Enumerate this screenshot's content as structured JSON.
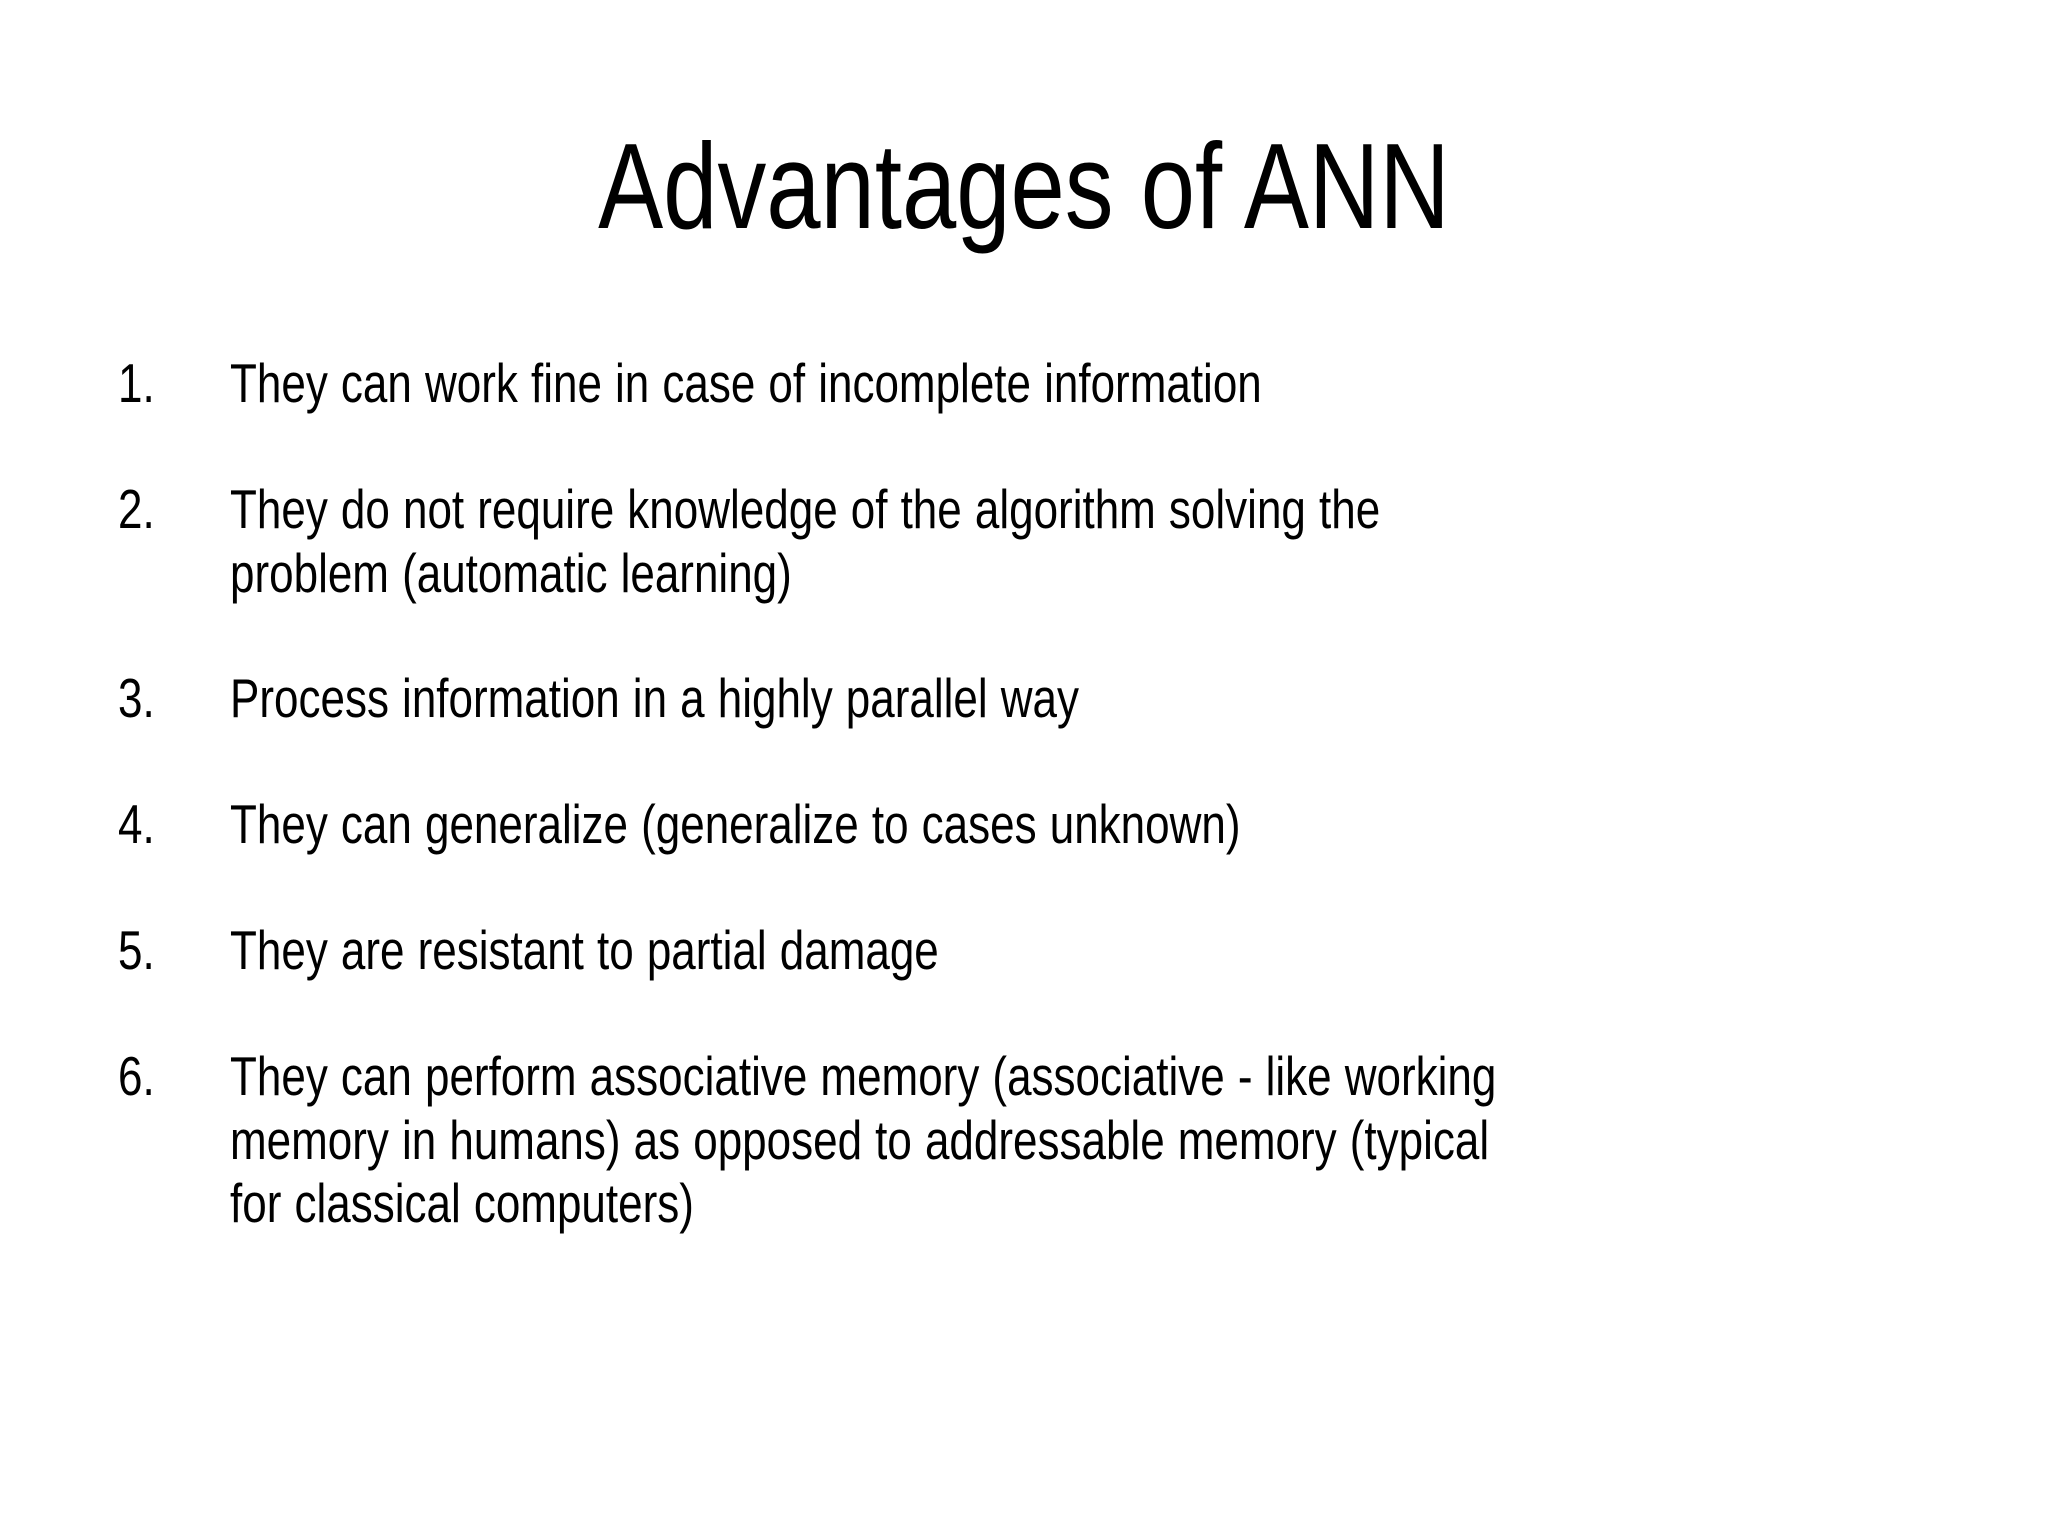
{
  "slide": {
    "title": "Advantages of ANN",
    "background_color": "#ffffff",
    "text_color": "#000000",
    "list_type": "numbered",
    "items": [
      {
        "number": "1.",
        "text": "They can work fine in case of incomplete information",
        "lines": [
          "They can work fine in case of incomplete information"
        ]
      },
      {
        "number": "2.",
        "text": "They do not require knowledge of the algorithm solving the problem (automatic learning)",
        "lines": [
          "They do not require knowledge of the algorithm solving the",
          "problem (automatic learning)"
        ]
      },
      {
        "number": "3.",
        "text": "Process information in a highly parallel way",
        "lines": [
          "Process information in a highly parallel way"
        ]
      },
      {
        "number": "4.",
        "text": "They can generalize (generalize to cases unknown)",
        "lines": [
          "They can generalize (generalize to cases unknown)"
        ]
      },
      {
        "number": "5.",
        "text": "They are resistant to partial damage",
        "lines": [
          "They are resistant to partial damage"
        ]
      },
      {
        "number": "6.",
        "text": "They can perform associative memory (associative - like working memory in humans) as opposed to addressable memory (typical for classical computers)",
        "lines": [
          "They can perform associative memory (associative - like working",
          "memory in humans) as opposed to addressable memory (typical",
          "for classical computers)"
        ]
      }
    ]
  }
}
